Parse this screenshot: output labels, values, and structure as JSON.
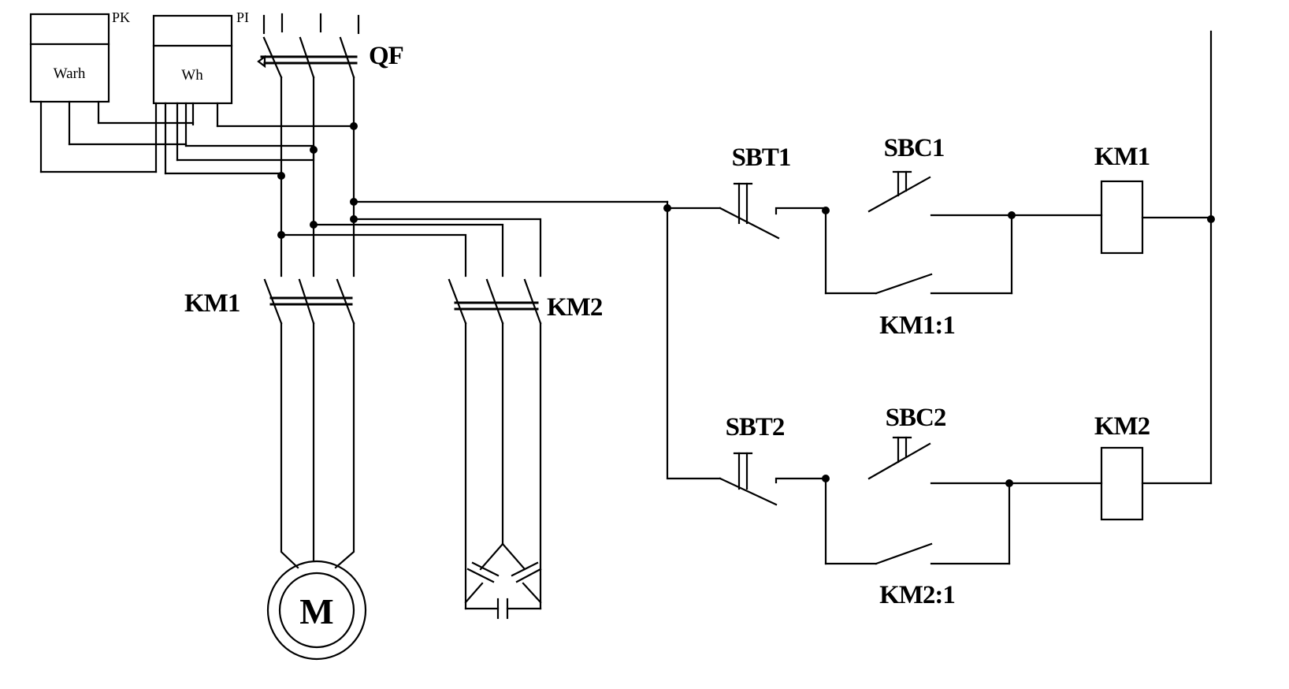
{
  "meters": {
    "active": {
      "tag": "PK",
      "label": "Warh"
    },
    "reactive": {
      "tag": "PI",
      "label": "Wh"
    }
  },
  "labels": {
    "breaker": "QF",
    "contactor_motor": "KM1",
    "contactor_capacitor": "KM2",
    "motor": "M"
  },
  "control": {
    "branch1": {
      "stop": "SBT1",
      "start": "SBC1",
      "hold": "KM1:1",
      "coil": "KM1"
    },
    "branch2": {
      "stop": "SBT2",
      "start": "SBC2",
      "hold": "KM2:1",
      "coil": "KM2"
    }
  }
}
